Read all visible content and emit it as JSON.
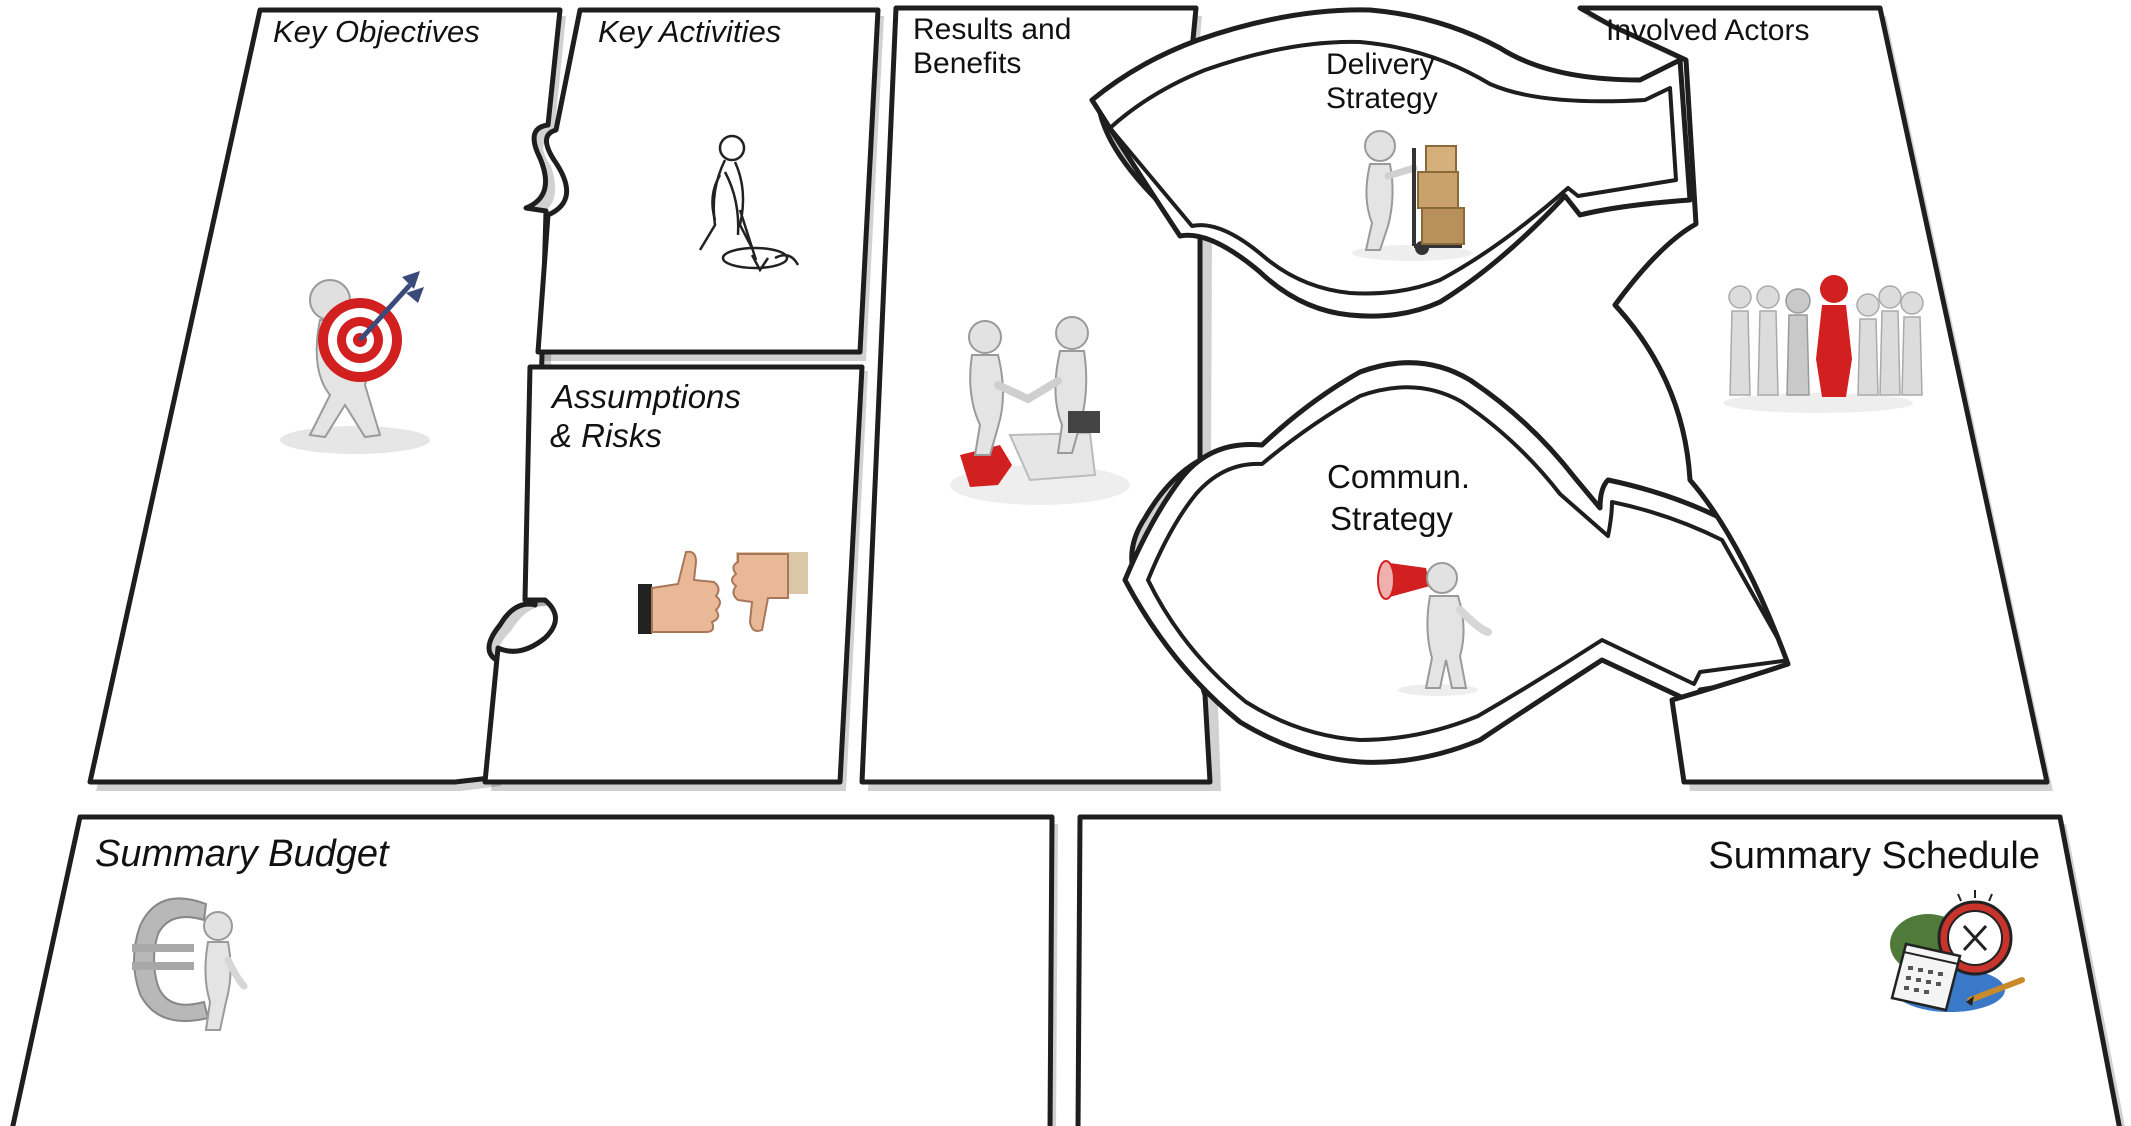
{
  "panels": {
    "key_objectives": {
      "title": "Key Objectives"
    },
    "key_activities": {
      "title": "Key Activities"
    },
    "assumptions_risks": {
      "title_line1": "Assumptions",
      "title_line2": "& Risks"
    },
    "results_benefits": {
      "title_line1": "Results and",
      "title_line2": "Benefits"
    },
    "delivery_strategy": {
      "title_line1": "Delivery",
      "title_line2": "Strategy"
    },
    "commun_strategy": {
      "title_line1": "Commun.",
      "title_line2": "Strategy"
    },
    "involved_actors": {
      "title": "Involved Actors"
    },
    "summary_budget": {
      "title": "Summary Budget"
    },
    "summary_schedule": {
      "title": "Summary Schedule"
    }
  },
  "icons": {
    "key_objectives": "person-carrying-target-icon",
    "key_activities": "person-digging-icon",
    "assumptions_risks": "thumbs-up-down-icon",
    "results_benefits": "handshake-puzzle-icon",
    "delivery_strategy": "person-hand-truck-boxes-icon",
    "commun_strategy": "person-megaphone-icon",
    "involved_actors": "group-of-people-icon",
    "summary_budget": "person-euro-sign-icon",
    "summary_schedule": "calendar-clock-icon"
  },
  "colors": {
    "outline": "#1e1e1e",
    "accent_red": "#d21f1f",
    "figure_grey": "#d9d9d9"
  }
}
